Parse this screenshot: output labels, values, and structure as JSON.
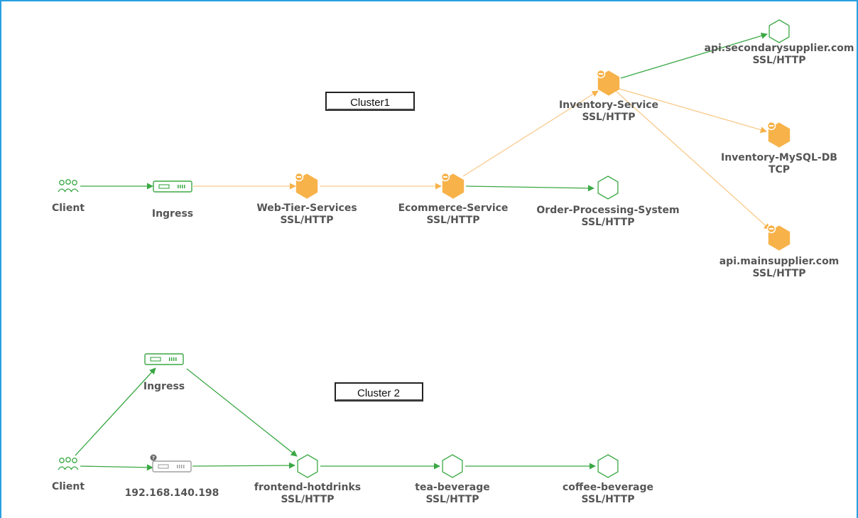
{
  "colors": {
    "frame_border": "#29a0e0",
    "healthy": "#3aa844",
    "warning": "#f7b24a",
    "warning_edge": "#f9c98a",
    "unknown": "#a0a0a0",
    "label": "#555555"
  },
  "clusters": [
    {
      "title": "Cluster1",
      "nodes": [
        {
          "id": "client1",
          "name": "Client",
          "protocol": "",
          "icon": "users-icon",
          "status": "healthy"
        },
        {
          "id": "ingress1",
          "name": "Ingress",
          "protocol": "",
          "icon": "ingress-icon",
          "status": "healthy"
        },
        {
          "id": "web",
          "name": "Web-Tier-Services",
          "protocol": "SSL/HTTP",
          "icon": "service-hexagon-icon",
          "status": "warning"
        },
        {
          "id": "ecom",
          "name": "Ecommerce-Service",
          "protocol": "SSL/HTTP",
          "icon": "service-hexagon-icon",
          "status": "warning"
        },
        {
          "id": "order",
          "name": "Order-Processing-System",
          "protocol": "SSL/HTTP",
          "icon": "service-hexagon-icon",
          "status": "healthy"
        },
        {
          "id": "inv",
          "name": "Inventory-Service",
          "protocol": "SSL/HTTP",
          "icon": "service-hexagon-icon",
          "status": "warning"
        },
        {
          "id": "secsup",
          "name": "api.secondarysupplier.com",
          "protocol": "SSL/HTTP",
          "icon": "service-hexagon-icon",
          "status": "healthy"
        },
        {
          "id": "mysql",
          "name": "Inventory-MySQL-DB",
          "protocol": "TCP",
          "icon": "service-hexagon-icon",
          "status": "warning"
        },
        {
          "id": "mainsup",
          "name": "api.mainsupplier.com",
          "protocol": "SSL/HTTP",
          "icon": "service-hexagon-icon",
          "status": "warning"
        }
      ]
    },
    {
      "title": "Cluster 2",
      "nodes": [
        {
          "id": "client2",
          "name": "Client",
          "protocol": "",
          "icon": "users-icon",
          "status": "healthy"
        },
        {
          "id": "ingress2",
          "name": "Ingress",
          "protocol": "",
          "icon": "ingress-icon",
          "status": "healthy"
        },
        {
          "id": "ip",
          "name": "192.168.140.198",
          "protocol": "",
          "icon": "ingress-icon",
          "status": "unknown"
        },
        {
          "id": "front",
          "name": "frontend-hotdrinks",
          "protocol": "SSL/HTTP",
          "icon": "service-hexagon-icon",
          "status": "healthy"
        },
        {
          "id": "tea",
          "name": "tea-beverage",
          "protocol": "SSL/HTTP",
          "icon": "service-hexagon-icon",
          "status": "healthy"
        },
        {
          "id": "coffee",
          "name": "coffee-beverage",
          "protocol": "SSL/HTTP",
          "icon": "service-hexagon-icon",
          "status": "healthy"
        }
      ]
    }
  ],
  "edges": [
    {
      "from": "client1",
      "to": "ingress1",
      "status": "healthy"
    },
    {
      "from": "ingress1",
      "to": "web",
      "status": "warning"
    },
    {
      "from": "web",
      "to": "ecom",
      "status": "warning"
    },
    {
      "from": "ecom",
      "to": "order",
      "status": "healthy"
    },
    {
      "from": "ecom",
      "to": "inv",
      "status": "warning"
    },
    {
      "from": "inv",
      "to": "secsup",
      "status": "healthy"
    },
    {
      "from": "inv",
      "to": "mysql",
      "status": "warning"
    },
    {
      "from": "inv",
      "to": "mainsup",
      "status": "warning"
    },
    {
      "from": "client2",
      "to": "ingress2",
      "status": "healthy"
    },
    {
      "from": "client2",
      "to": "ip",
      "status": "healthy"
    },
    {
      "from": "ingress2",
      "to": "front",
      "status": "healthy"
    },
    {
      "from": "ip",
      "to": "front",
      "status": "healthy"
    },
    {
      "from": "front",
      "to": "tea",
      "status": "healthy"
    },
    {
      "from": "tea",
      "to": "coffee",
      "status": "healthy"
    }
  ]
}
